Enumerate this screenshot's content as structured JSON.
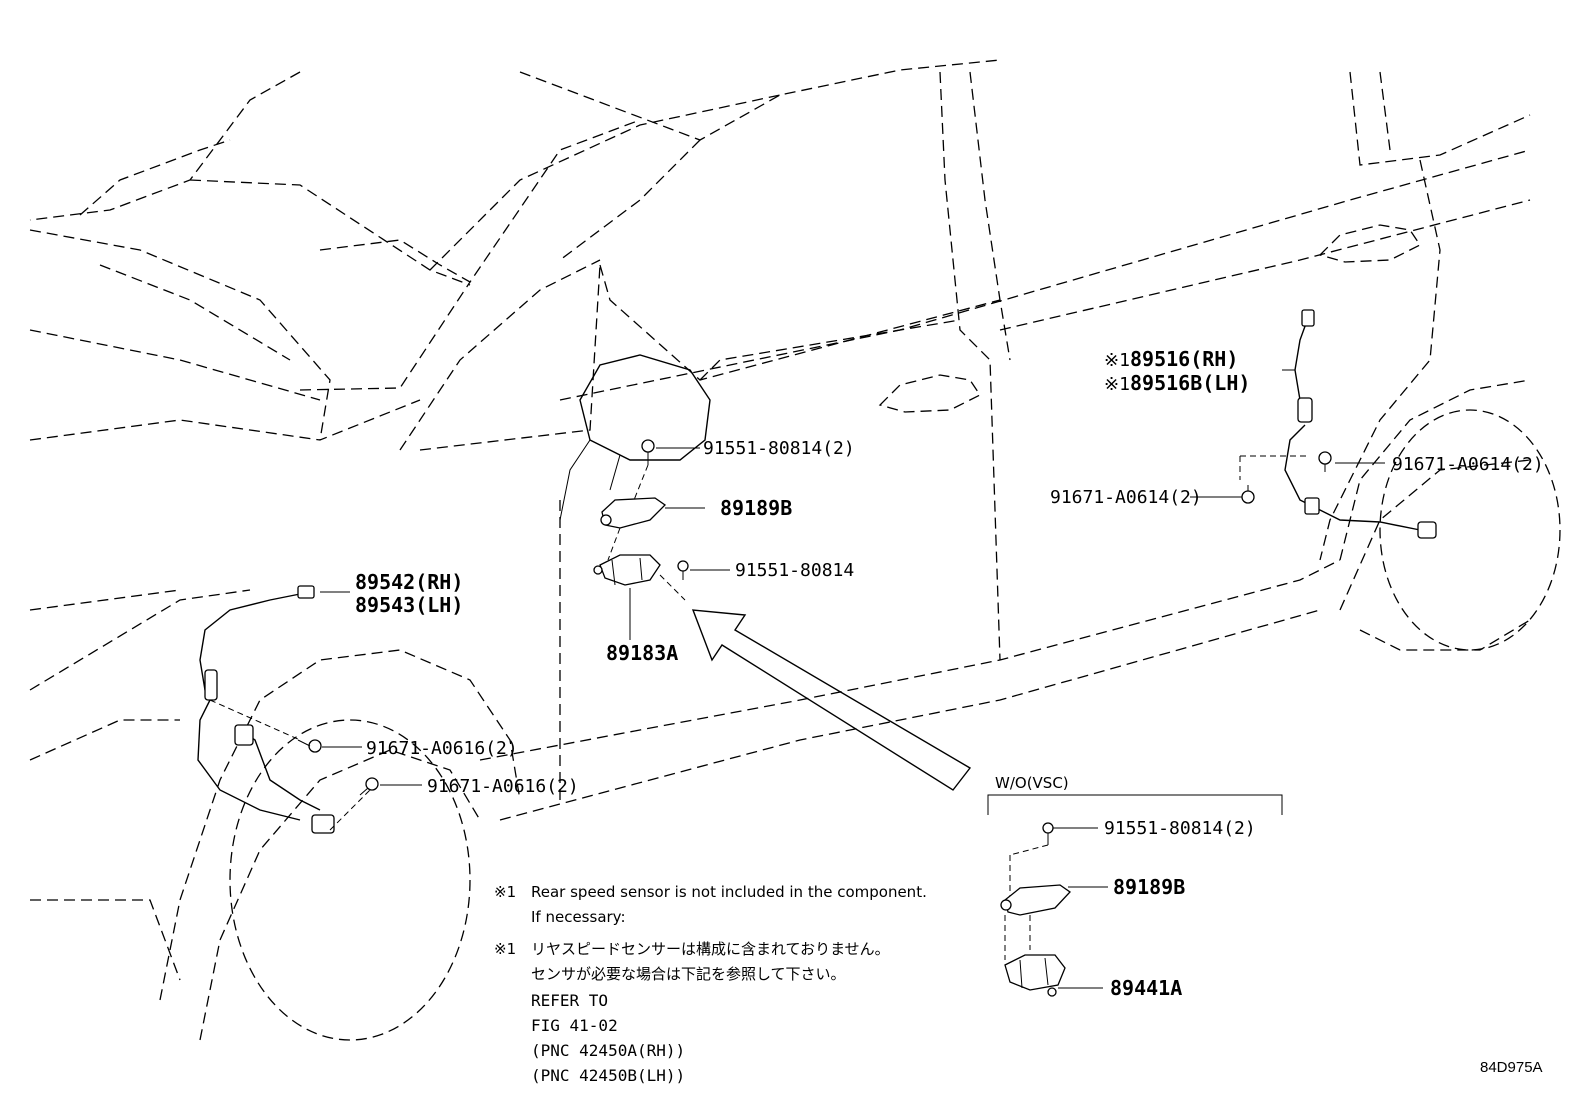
{
  "labels": {
    "rear_sensor_rh": "89516(RH)",
    "rear_sensor_lh": "89516B(LH)",
    "rear_mark_rh": "※1",
    "rear_mark_lh": "※1",
    "bolt_rear_right": "91671-A0614(2)",
    "bolt_rear_left": "91671-A0614(2)",
    "bolt_mirror_top": "91551-80814(2)",
    "bracket_upper": "89189B",
    "bolt_mirror_mid": "91551-80814",
    "sensor_assy": "89183A",
    "front_sensor_rh": "89542(RH)",
    "front_sensor_lh": "89543(LH)",
    "bolt_front_1": "91671-A0616(2)",
    "bolt_front_2": "91671-A0616(2)"
  },
  "variant": {
    "title": "W/O(VSC)",
    "bolt": "91551-80814(2)",
    "bracket": "89189B",
    "sensor": "89441A"
  },
  "notes": {
    "mark_en": "※1",
    "en_line1": "Rear speed sensor is not included in the component.",
    "en_line2": "If necessary:",
    "mark_jp": "※1",
    "jp_line1": "リヤスピードセンサーは構成に含まれておりません。",
    "jp_line2": "センサが必要な場合は下記を参照して下さい。",
    "ref1": "REFER TO",
    "ref2": "FIG 41-02",
    "ref3": "(PNC 42450A(RH))",
    "ref4": "(PNC 42450B(LH))"
  },
  "figure_code": "84D975A"
}
